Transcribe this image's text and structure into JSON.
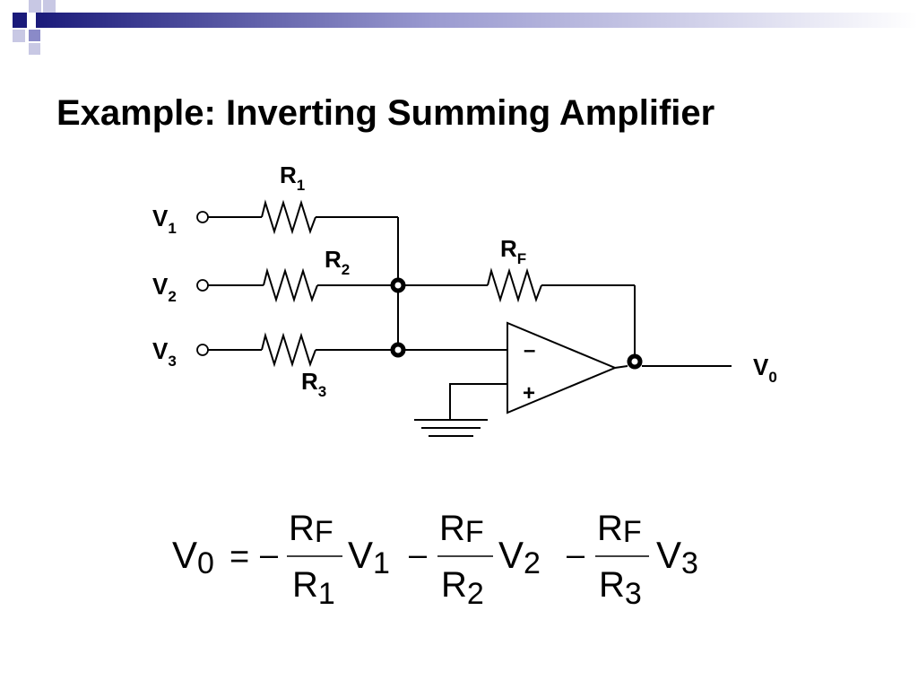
{
  "slide": {
    "title": "Example:  Inverting Summing Amplifier",
    "accent_colors": {
      "dark": "#1a1a7a",
      "medium": "#8a8ac8",
      "light": "#c8c8e4"
    }
  },
  "circuit": {
    "inputs": [
      {
        "main": "V",
        "sub": "1"
      },
      {
        "main": "V",
        "sub": "2"
      },
      {
        "main": "V",
        "sub": "3"
      }
    ],
    "resistors": [
      {
        "main": "R",
        "sub": "1"
      },
      {
        "main": "R",
        "sub": "2"
      },
      {
        "main": "R",
        "sub": "3"
      }
    ],
    "feedback": {
      "main": "R",
      "sub": "F"
    },
    "output": {
      "main": "V",
      "sub": "0"
    },
    "opamp": {
      "inverting": "–",
      "noninverting": "+"
    }
  },
  "equation": {
    "lhs": {
      "main": "V",
      "sub": "0"
    },
    "equals": "=",
    "minus": "–",
    "terms": [
      {
        "num_main": "R",
        "num_sub": "F",
        "den_main": "R",
        "den_sub": "1",
        "var_main": "V",
        "var_sub": "1"
      },
      {
        "num_main": "R",
        "num_sub": "F",
        "den_main": "R",
        "den_sub": "2",
        "var_main": "V",
        "var_sub": "2"
      },
      {
        "num_main": "R",
        "num_sub": "F",
        "den_main": "R",
        "den_sub": "3",
        "var_main": "V",
        "var_sub": "3"
      }
    ]
  }
}
